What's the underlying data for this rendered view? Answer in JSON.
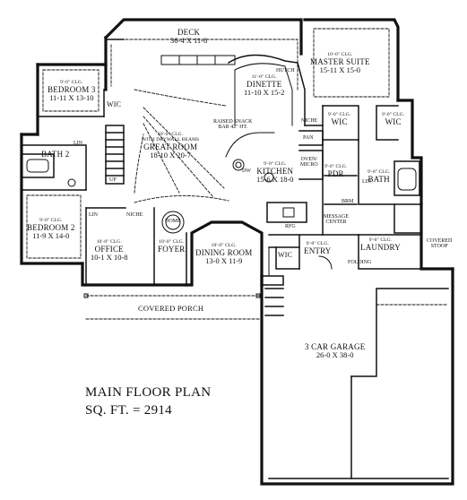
{
  "plan": {
    "title": "MAIN FLOOR PLAN",
    "sqft": "SQ. FT. = 2914",
    "rooms": {
      "deck": {
        "name": "DECK",
        "dim": "36-4 X 11-8"
      },
      "master_suite": {
        "clg": "10'-0\" CLG.",
        "name": "MASTER SUITE",
        "dim": "15-11 X 15-0"
      },
      "bedroom3": {
        "clg": "9'-0\" CLG.",
        "name": "BEDROOM 3",
        "dim": "11-11 X 13-10"
      },
      "dinette": {
        "clg": "11'-0\" CLG.",
        "name": "DINETTE",
        "dim": "11-10 X 15-2"
      },
      "great_room": {
        "clg": "10'-0\" CLG.",
        "clg2": "WITH DRYWALL BEAMS",
        "name": "GREAT ROOM",
        "dim": "18-10 X 20-7"
      },
      "bath2": {
        "name": "BATH 2"
      },
      "kitchen": {
        "clg": "9'-0\" CLG.",
        "name": "KITCHEN",
        "dim": "15-6 X 18-0"
      },
      "bedroom2": {
        "clg": "9'-0\" CLG.",
        "name": "BEDROOM 2",
        "dim": "11-9 X 14-0"
      },
      "office": {
        "clg": "10'-0\" CLG.",
        "name": "OFFICE",
        "dim": "10-1 X 10-8"
      },
      "foyer": {
        "clg": "10'-0\" CLG.",
        "name": "FOYER"
      },
      "dining_room": {
        "clg": "10'-0\" CLG.",
        "name": "DINING ROOM",
        "dim": "13-0 X 11-9"
      },
      "entry": {
        "clg": "9'-0\" CLG.",
        "name": "ENTRY"
      },
      "laundry": {
        "clg": "9'-0\" CLG.",
        "name": "LAUNDRY"
      },
      "garage": {
        "name": "3 CAR GARAGE",
        "dim": "26-0 X 38-0"
      },
      "master_bath": {
        "clg": "9'-0\" CLG.",
        "name": "BATH"
      },
      "pdr": {
        "clg": "9'-0\" CLG.",
        "name": "PDR"
      }
    },
    "labels": {
      "wic_master1": {
        "clg": "9'-0\" CLG.",
        "name": "WIC"
      },
      "wic_master2": {
        "clg": "9'-0\" CLG.",
        "name": "WIC"
      },
      "wic_bed3": "WIC",
      "wic_entry": "WIC",
      "hutch": "HUTCH",
      "niche_kitchen": "NICHE",
      "niche_office": "NICHE",
      "pan": "PAN",
      "oven_micro": "OVEN/\nMICRO",
      "raised_snack": "RAISED SNACK\nBAR 42\" HT.",
      "lin_bath2": "LIN",
      "lin_office": "LIN",
      "lin_bath": "LIN",
      "dome": "DOME",
      "covered_porch": "COVERED PORCH",
      "covered_stoop": "COVERED\nSTOOP",
      "message_center": "MESSAGE\nCENTER",
      "folding": "FOLDING",
      "refrig": "RFG",
      "dw": "DW",
      "brm": "BRM",
      "up": "UP"
    }
  }
}
